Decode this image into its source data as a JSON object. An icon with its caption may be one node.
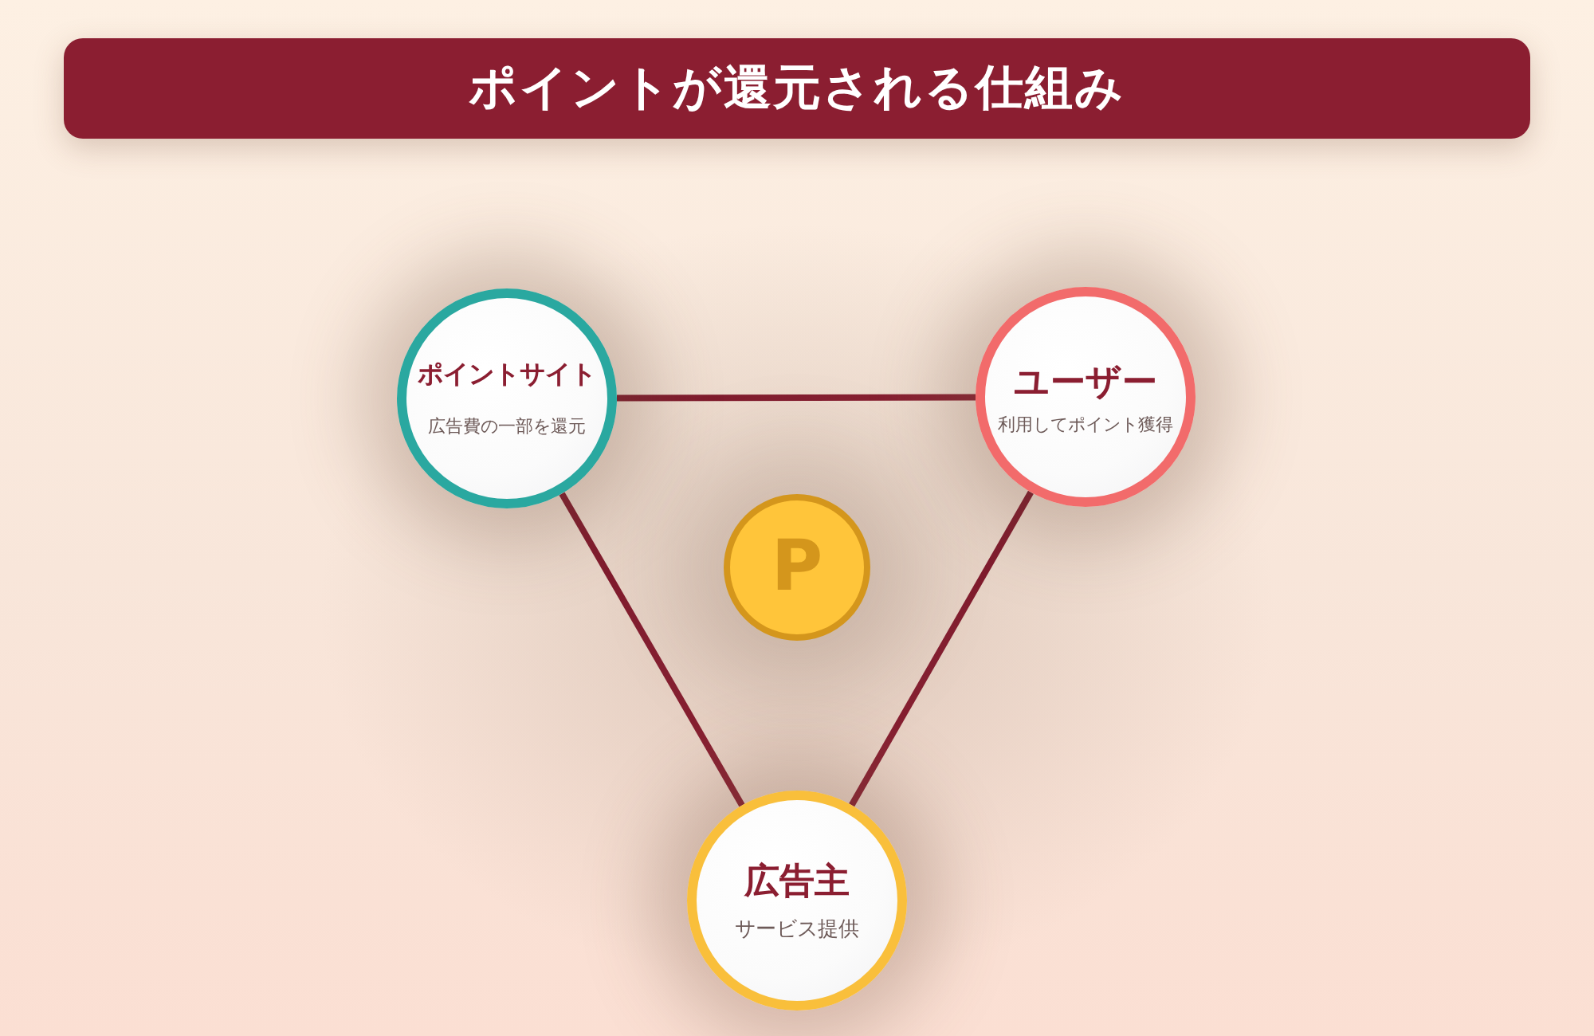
{
  "diagram": {
    "title": "ポイントが還元される仕組み",
    "nodes": [
      {
        "text": [
          "ポイントサイト",
          "広告費の一部を還元"
        ]
      },
      {
        "text": [
          "ユーザー",
          "利用してポイント獲得"
        ]
      },
      {
        "text": [
          "広告主",
          "サービス提供"
        ]
      },
      {
        "text": [
          "P"
        ]
      }
    ],
    "edges": [
      {
        "from": 0,
        "to": 1,
        "arrow": "none"
      },
      {
        "from": 0,
        "to": 2,
        "arrow": "none"
      },
      {
        "from": 1,
        "to": 2,
        "arrow": "none"
      }
    ]
  }
}
